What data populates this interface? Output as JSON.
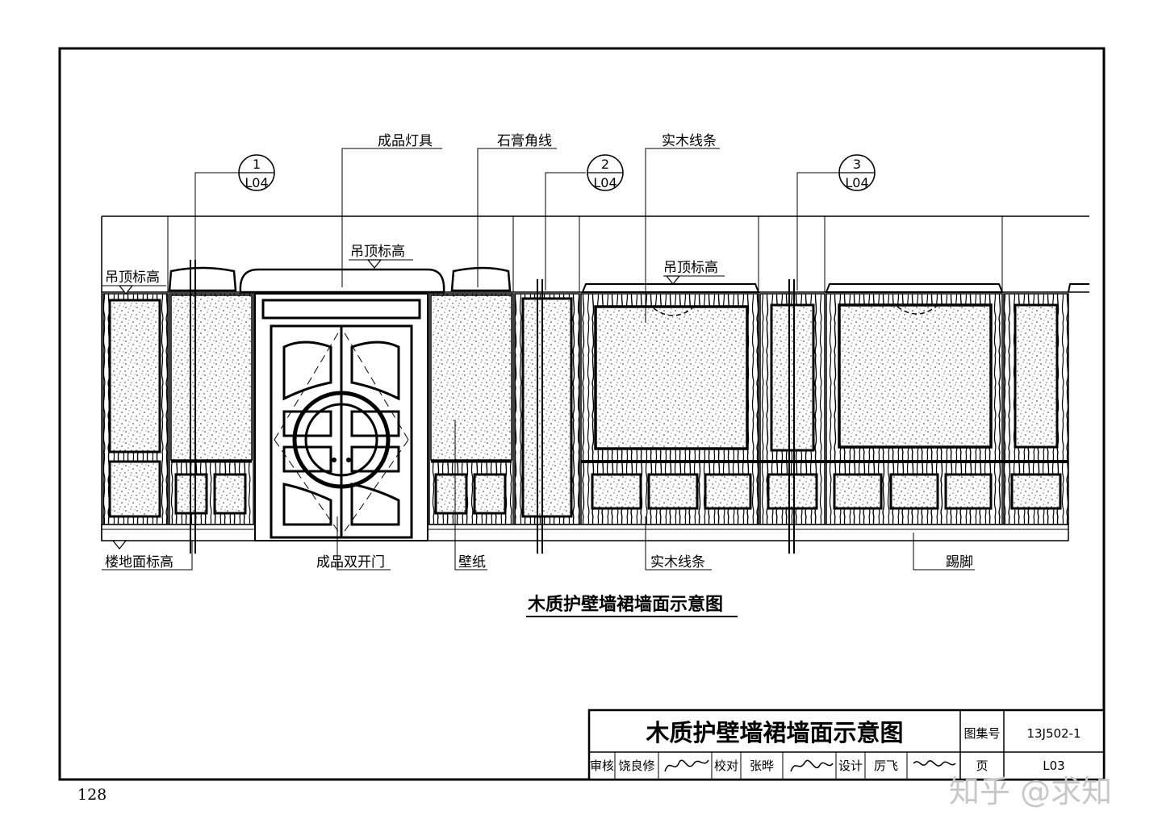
{
  "drawing": {
    "title": "木质护壁墙裙墙面示意图",
    "labels": {
      "lamp": "成品灯具",
      "cornice": "石膏角线",
      "wood_trim_top": "实木线条",
      "ceiling_elev_left": "吊顶标高",
      "ceiling_elev_door": "吊顶标高",
      "ceiling_elev_mid": "吊顶标高",
      "floor_elev": "楼地面标高",
      "double_door": "成品双开门",
      "wallpaper": "壁纸",
      "wood_trim_bottom": "实木线条",
      "skirting": "踢脚"
    },
    "detail_refs": [
      {
        "num": "1",
        "sheet": "L04"
      },
      {
        "num": "2",
        "sheet": "L04"
      },
      {
        "num": "3",
        "sheet": "L04"
      }
    ]
  },
  "title_block": {
    "title": "木质护壁墙裙墙面示意图",
    "atlas_label": "图集号",
    "atlas_no": "13J502-1",
    "review_label": "审核",
    "reviewer": "饶良修",
    "check_label": "校对",
    "checker": "张晔",
    "design_label": "设计",
    "designer": "厉飞",
    "page_label": "页",
    "page_no": "L03"
  },
  "page_number": "128",
  "watermark": "知乎 @求知"
}
